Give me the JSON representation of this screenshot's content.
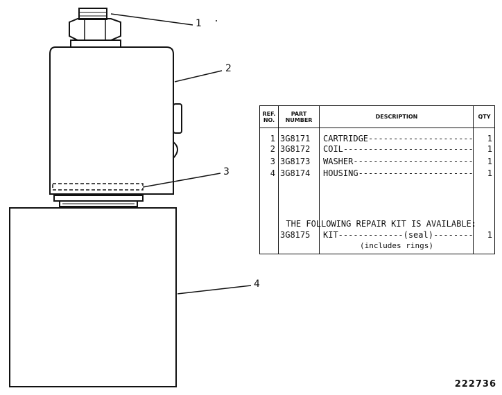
{
  "callouts": [
    "1",
    "2",
    "3",
    "4"
  ],
  "figure_number": "222736",
  "table": {
    "headers": {
      "ref": [
        "REF.",
        "NO."
      ],
      "part": [
        "PART",
        "NUMBER"
      ],
      "description": "DESCRIPTION",
      "qty": "QTY"
    },
    "rows": [
      {
        "ref": "1",
        "part": "3G8171",
        "description": "CARTRIDGE--------------------------",
        "qty": "1"
      },
      {
        "ref": "2",
        "part": "3G8172",
        "description": "COIL------------------------------",
        "qty": "1"
      },
      {
        "ref": "3",
        "part": "3G8173",
        "description": "WASHER---------------------------",
        "qty": "1"
      },
      {
        "ref": "4",
        "part": "3G8174",
        "description": "HOUSING--------------------------",
        "qty": "1"
      }
    ],
    "kit_note": "THE FOLLOWING REPAIR KIT IS AVAILABLE:",
    "kit": {
      "part": "3G8175",
      "description": "KIT-------------(seal)------------",
      "qty": "1",
      "sub": "(includes rings)"
    }
  }
}
